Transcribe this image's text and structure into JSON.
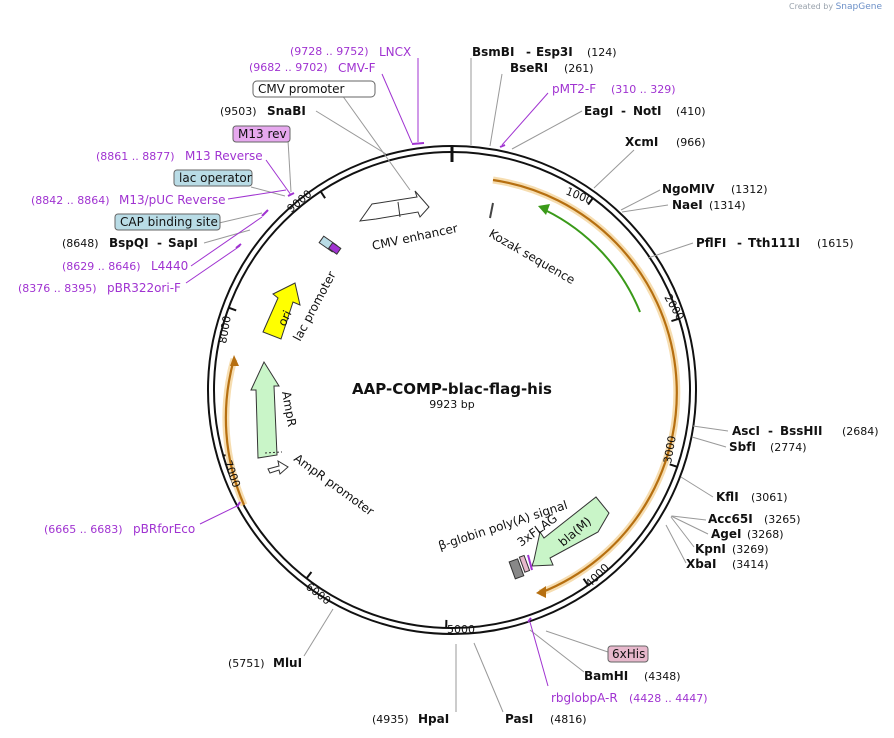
{
  "brand": {
    "created_by": "Created by",
    "product": "SnapGene"
  },
  "plasmid": {
    "name": "AAP-COMP-blac-flag-his",
    "length": "9923 bp"
  },
  "colors": {
    "primer": "#a033d1",
    "orf_orange": "#d98a1f",
    "orf_halo": "#f6ddb0",
    "green_arrow": "#3a9a19",
    "ampr_fill": "#c9f5c8",
    "ori_fill": "#ffff00",
    "lac_fill": "#b9dce6",
    "m13_fill": "#e6a8ee",
    "his_fill": "#e7b8cc"
  },
  "ticks": [
    "1000",
    "2000",
    "3000",
    "4000",
    "5000",
    "6000",
    "7000",
    "8000",
    "9000"
  ],
  "enzymes": {
    "bsmbi": {
      "name": "BsmBI",
      "sep": "-",
      "name2": "Esp3I",
      "pos": "(124)"
    },
    "bseri": {
      "name": "BseRI",
      "pos": "(261)"
    },
    "eagi": {
      "name": "EagI",
      "sep": "-",
      "name2": "NotI",
      "pos": "(410)"
    },
    "xcmi": {
      "name": "XcmI",
      "pos": "(966)"
    },
    "ngomiv": {
      "name": "NgoMIV",
      "pos": "(1312)"
    },
    "naei": {
      "name": "NaeI",
      "pos": "(1314)"
    },
    "pflfi": {
      "name": "PflFI",
      "sep": "-",
      "name2": "Tth111I",
      "pos": "(1615)"
    },
    "asci": {
      "name": "AscI",
      "sep": "-",
      "name2": "BssHII",
      "pos": "(2684)"
    },
    "sbfi": {
      "name": "SbfI",
      "pos": "(2774)"
    },
    "kfli": {
      "name": "KflI",
      "pos": "(3061)"
    },
    "acc65i": {
      "name": "Acc65I",
      "pos": "(3265)"
    },
    "agei": {
      "name": "AgeI",
      "pos": "(3268)"
    },
    "kpni": {
      "name": "KpnI",
      "pos": "(3269)"
    },
    "xbai": {
      "name": "XbaI",
      "pos": "(3414)"
    },
    "bamhi": {
      "name": "BamHI",
      "pos": "(4348)"
    },
    "pasi": {
      "name": "PasI",
      "pos": "(4816)"
    },
    "hpai": {
      "name": "HpaI",
      "pos": "(4935)"
    },
    "mlui": {
      "name": "MluI",
      "pos": "(5751)"
    },
    "snabi": {
      "name": "SnaBI",
      "pos": "(9503)"
    },
    "bspqi": {
      "name": "BspQI",
      "sep": "-",
      "name2": "SapI",
      "pos": "(8648)"
    }
  },
  "primers": {
    "lncx": {
      "range": "(9728 .. 9752)",
      "name": "LNCX"
    },
    "cmvf": {
      "range": "(9682 .. 9702)",
      "name": "CMV-F"
    },
    "pmt2f": {
      "name": "pMT2-F",
      "range": "(310 .. 329)"
    },
    "m13rev": {
      "range": "(8861 .. 8877)",
      "name": "M13 Reverse"
    },
    "m13puc": {
      "range": "(8842 .. 8864)",
      "name": "M13/pUC Reverse"
    },
    "l4440": {
      "range": "(8629 .. 8646)",
      "name": "L4440"
    },
    "pbr322": {
      "range": "(8376 .. 8395)",
      "name": "pBR322ori-F"
    },
    "pbrfor": {
      "range": "(6665 .. 6683)",
      "name": "pBRforEco"
    },
    "rbglob": {
      "name": "rbglobpA-R",
      "range": "(4428 .. 4447)"
    }
  },
  "boxes": {
    "cmv_promoter": "CMV promoter",
    "m13_rev": "M13 rev",
    "lac_operator": "lac operator",
    "cap_site": "CAP binding site",
    "his": "6xHis"
  },
  "features": {
    "cmv_enhancer": "CMV enhancer",
    "kozak": "Kozak sequence",
    "lac_promoter": "lac promoter",
    "ori": "ori",
    "ampr": "AmpR",
    "ampr_promoter": "AmpR promoter",
    "bla": "bla(M)",
    "flag": "3xFLAG",
    "globin": "β-globin poly(A) signal"
  }
}
